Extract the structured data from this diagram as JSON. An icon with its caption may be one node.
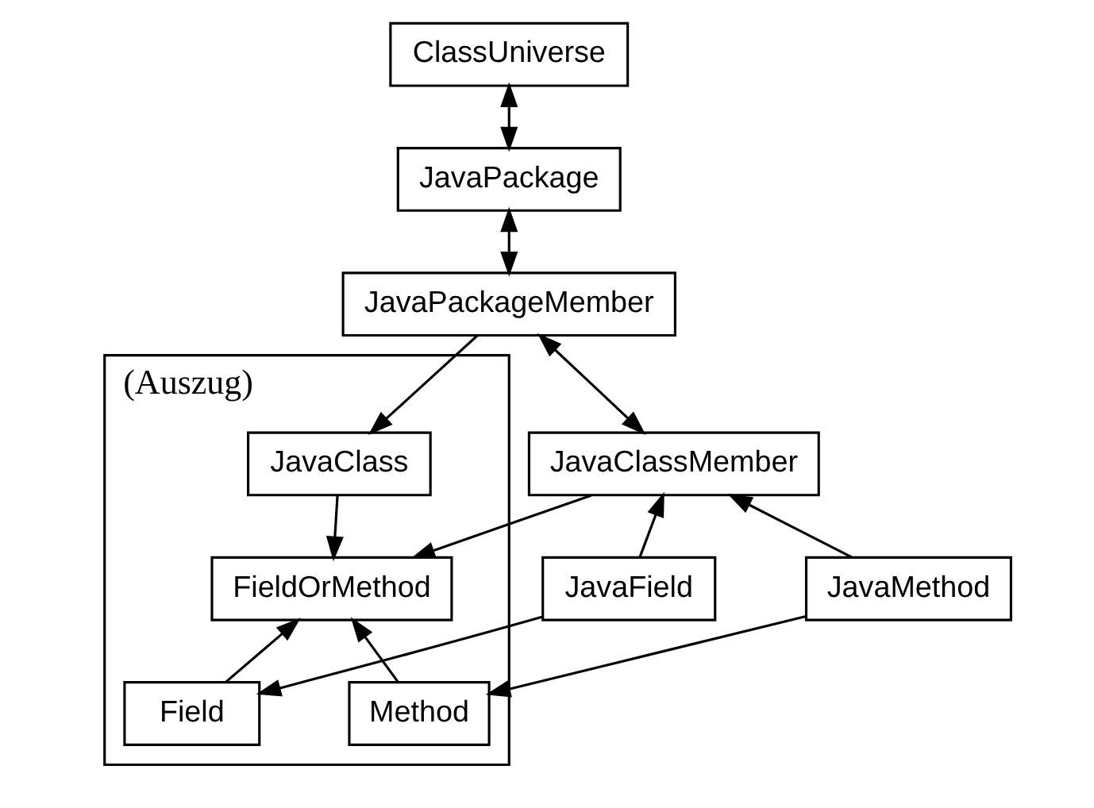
{
  "diagram": {
    "nodes": [
      {
        "text": [
          "ClassUniverse"
        ]
      },
      {
        "text": [
          "JavaPackage"
        ]
      },
      {
        "text": [
          "JavaPackageMember"
        ]
      },
      {
        "text": [
          "JavaClassMember"
        ]
      },
      {
        "text": [
          "JavaField"
        ]
      },
      {
        "text": [
          "JavaMethod"
        ]
      },
      {
        "text": [
          "(Auszug)"
        ]
      },
      {
        "text": [
          "JavaClass"
        ],
        "in": 6
      },
      {
        "text": [
          "FieldOrMethod"
        ],
        "in": 6
      },
      {
        "text": [
          "Field"
        ],
        "in": 6
      },
      {
        "text": [
          "Method"
        ],
        "in": 6
      }
    ],
    "edges": [
      {
        "from": 0,
        "to": 1,
        "arrow": "both"
      },
      {
        "from": 1,
        "to": 2,
        "arrow": "both"
      },
      {
        "from": 2,
        "to": 3,
        "arrow": "both"
      },
      {
        "from": 2,
        "to": 7,
        "arrow": "to"
      },
      {
        "from": 7,
        "to": 8,
        "arrow": "to"
      },
      {
        "from": 3,
        "to": 8,
        "arrow": "to"
      },
      {
        "from": 4,
        "to": 3,
        "arrow": "to"
      },
      {
        "from": 5,
        "to": 3,
        "arrow": "to"
      },
      {
        "from": 9,
        "to": 8,
        "arrow": "to"
      },
      {
        "from": 10,
        "to": 8,
        "arrow": "to"
      },
      {
        "from": 4,
        "to": 9,
        "arrow": "to"
      },
      {
        "from": 5,
        "to": 10,
        "arrow": "to"
      }
    ]
  }
}
